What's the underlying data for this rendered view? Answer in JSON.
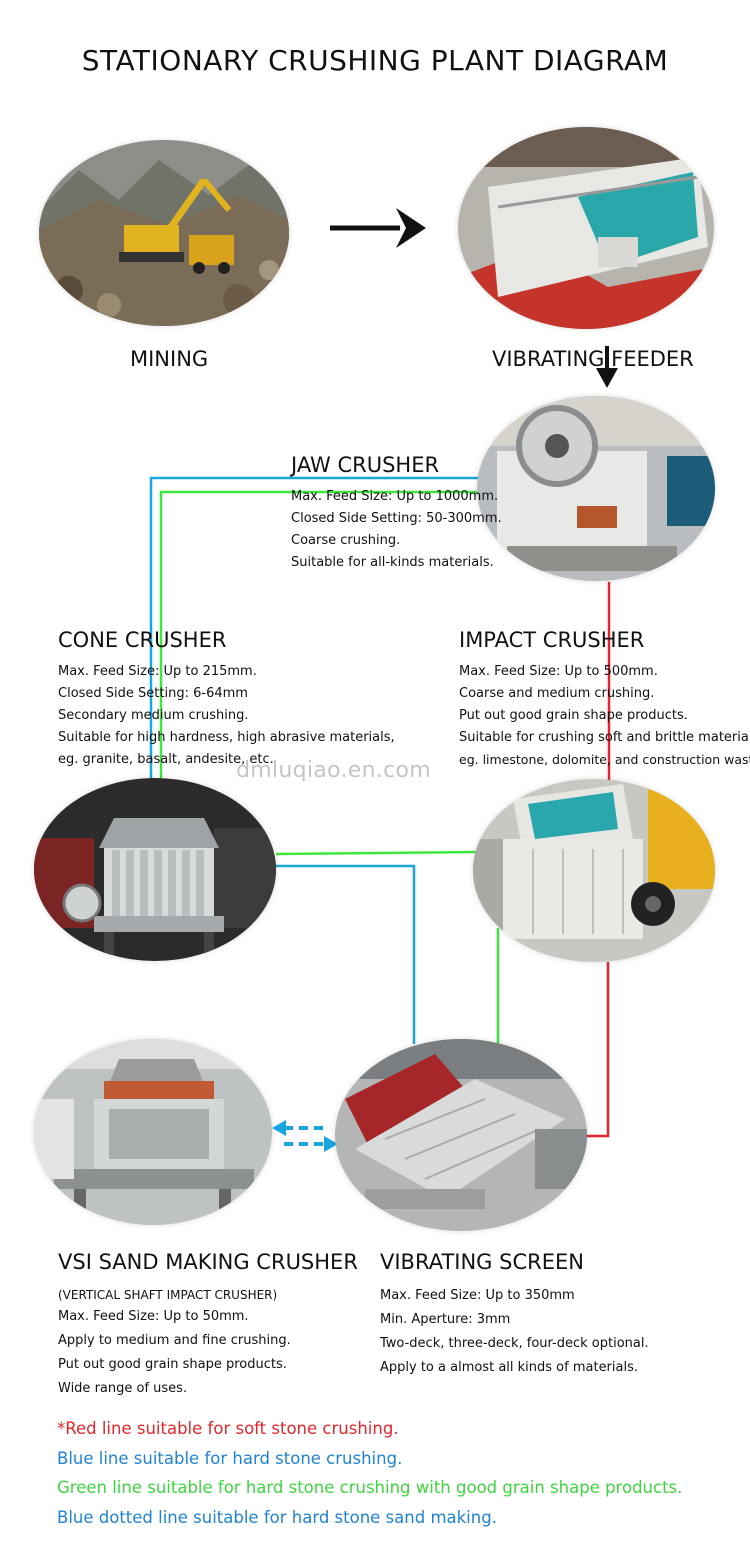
{
  "title": "STATIONARY CRUSHING PLANT DIAGRAM",
  "colors": {
    "red_line": "#e3262b",
    "blue_line": "#1aa6de",
    "green_line": "#3ee63e",
    "legend_red": "#e3262b",
    "legend_blue": "#1f83d3",
    "legend_green": "#3ed63e"
  },
  "watermark": "dmluqiao.en.com",
  "mining": {
    "label": "MINING"
  },
  "feeder": {
    "label": "VIBRATING FEEDER"
  },
  "jaw": {
    "heading": "JAW CRUSHER",
    "specs": [
      "Max. Feed Size: Up to 1000mm.",
      "Closed Side Setting: 50-300mm.",
      "Coarse crushing.",
      "Suitable for all-kinds materials."
    ]
  },
  "cone": {
    "heading": "CONE CRUSHER",
    "specs": [
      "Max. Feed Size: Up to 215mm.",
      "Closed Side Setting: 6-64mm",
      "Secondary medium crushing.",
      "Suitable for high hardness, high abrasive materials,",
      "eg. granite, basalt, andesite, etc."
    ]
  },
  "impact": {
    "heading": "IMPACT CRUSHER",
    "specs": [
      "Max. Feed Size: Up to 500mm.",
      "Coarse and medium crushing.",
      "Put out good grain shape products.",
      "Suitable for crushing soft and brittle materials,",
      "eg. limestone, dolomite, and construction waste."
    ]
  },
  "vsi": {
    "heading": "VSI SAND MAKING CRUSHER",
    "subheading": "(VERTICAL SHAFT IMPACT CRUSHER)",
    "specs": [
      "Max. Feed Size: Up to 50mm.",
      "Apply to medium and fine crushing.",
      "Put out good grain shape products.",
      "Wide range of uses."
    ]
  },
  "screen": {
    "heading": "VIBRATING SCREEN",
    "specs": [
      "Max. Feed Size: Up to 350mm",
      "Min. Aperture: 3mm",
      "Two-deck, three-deck, four-deck optional.",
      "Apply to a  almost all kinds of materials."
    ]
  },
  "legend": {
    "red": "*Red line suitable for soft stone crushing.",
    "blue": " Blue line suitable for hard stone crushing.",
    "green": " Green line suitable for hard stone crushing with good grain shape products.",
    "dotted": " Blue dotted line suitable for hard stone sand making."
  }
}
